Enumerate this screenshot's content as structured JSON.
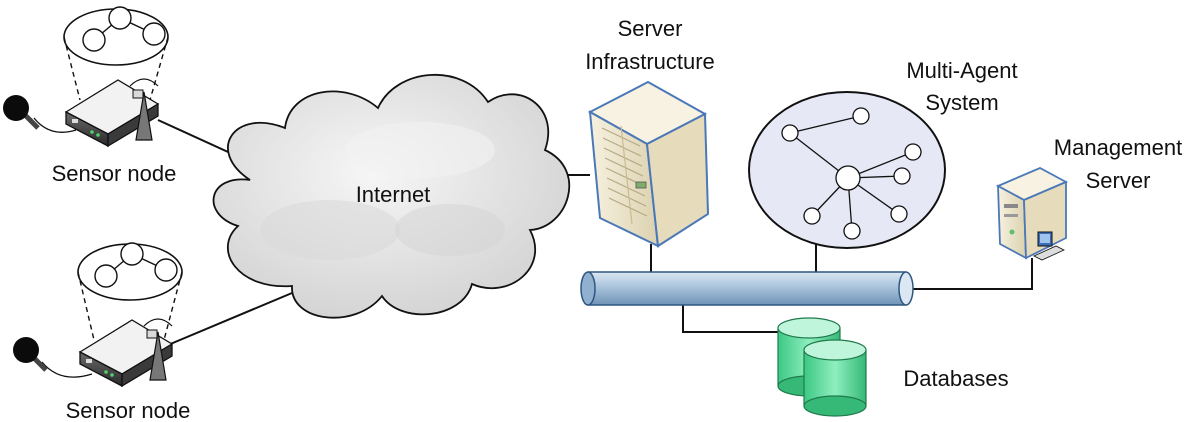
{
  "labels": {
    "sensor_node_top": "Sensor node",
    "sensor_node_bottom": "Sensor node",
    "internet": "Internet",
    "server_infra_line1": "Server",
    "server_infra_line2": "Infrastructure",
    "mas_line1": "Multi-Agent",
    "mas_line2": "System",
    "mgmt_line1": "Management",
    "mgmt_line2": "Server",
    "databases": "Databases"
  },
  "icons": {
    "microphone": "microphone-icon",
    "router": "router-icon",
    "server_tower": "server-tower-icon",
    "workstation": "workstation-icon",
    "database": "database-icon",
    "cloud": "cloud-icon",
    "bus": "network-bus-icon"
  },
  "colors": {
    "line": "#111111",
    "bus_fill": "#a9c4dc",
    "db_fill": "#5fdba0",
    "server_fill": "#efe8cf",
    "server_edge": "#4a78b8",
    "mas_fill": "#e6e9f5",
    "cloud_fill": "#e6e6e6"
  }
}
